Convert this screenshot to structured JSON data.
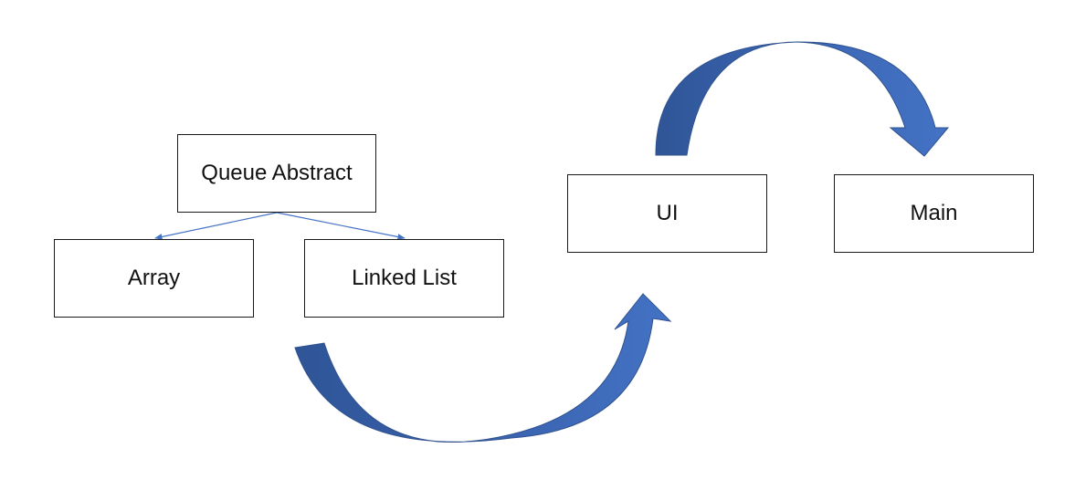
{
  "nodes": {
    "queue_abstract": "Queue Abstract",
    "array": "Array",
    "linked_list": "Linked List",
    "ui": "UI",
    "main": "Main"
  },
  "colors": {
    "connector_line": "#4472c4",
    "arrow_fill_light": "#4472c4",
    "arrow_fill_dark": "#2f5597",
    "arrow_stroke": "#2f528f",
    "box_border": "#1a1a1a"
  }
}
